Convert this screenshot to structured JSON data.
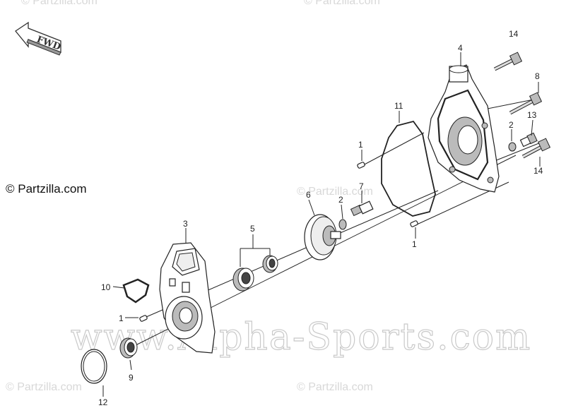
{
  "fwd_label": "FWD",
  "copyright": "© Partzilla.com",
  "watermark_small": "© Partzilla.com",
  "watermark_big": "www.Alpha-Sports.com",
  "callouts": {
    "c1a": "1",
    "c1b": "1",
    "c1c": "1",
    "c2a": "2",
    "c2b": "2",
    "c3": "3",
    "c4": "4",
    "c5": "5",
    "c6": "6",
    "c7": "7",
    "c8": "8",
    "c9": "9",
    "c10": "10",
    "c11": "11",
    "c12": "12",
    "c13": "13",
    "c14a": "14",
    "c14b": "14"
  }
}
